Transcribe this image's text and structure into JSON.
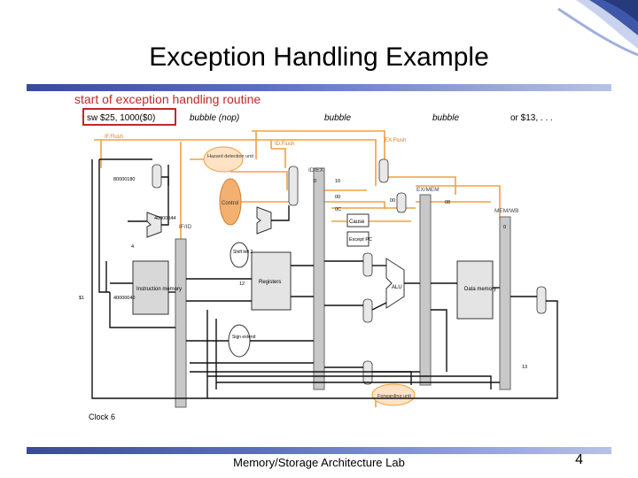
{
  "slide": {
    "title": "Exception Handling Example",
    "subtitle": "start of exception handling routine",
    "footer": "Memory/Storage Architecture Lab",
    "page_number": "4"
  },
  "diagram": {
    "stage_instructions": [
      "sw $25, 1000($0)",
      "bubble (nop)",
      "bubble",
      "bubble",
      "or $13, . . ."
    ],
    "flush_labels": [
      "IF.Flush",
      "ID.Flush",
      "EX.Flush"
    ],
    "pipeline_registers": [
      "IF/ID",
      "ID/EX",
      "EX/MEM",
      "MEM/WB"
    ],
    "blocks": {
      "hazard_unit": "Hazard detection unit",
      "control": "Control",
      "cause": "Cause",
      "except_pc": "Except PC",
      "instruction_memory": "Instruction memory",
      "registers": "Registers",
      "alu": "ALU",
      "data_memory": "Data memory",
      "sign_extend": "Sign extend",
      "shift_left": "Shift left 2",
      "forwarding_unit": "Forwarding unit"
    },
    "values": [
      "80000180",
      "40000044",
      "40000040",
      "$1",
      "4",
      "12",
      "13",
      "0",
      "10",
      "00",
      "0C",
      "00",
      "08",
      "0"
    ],
    "clock_label": "Clock 6",
    "colors": {
      "accent": "#c0282a",
      "highlight": "#f0a040",
      "bar": "#4a5aaa"
    }
  }
}
